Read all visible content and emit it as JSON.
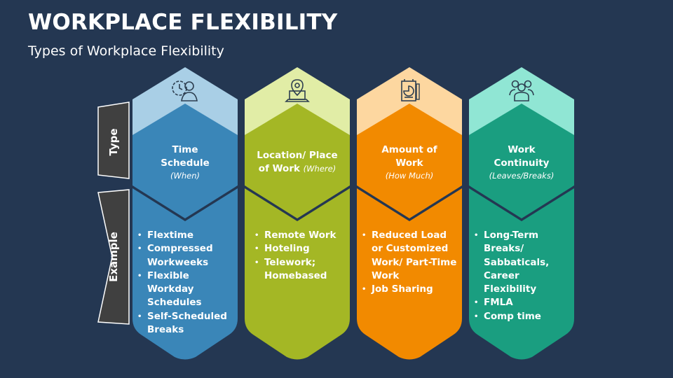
{
  "header": {
    "title": "WORKPLACE FLEXIBILITY",
    "subtitle": "Types of Workplace Flexibility"
  },
  "row_labels": {
    "type": "Type",
    "example": "Example"
  },
  "columns": [
    {
      "icon": "clock-person-icon",
      "title_lines": [
        "Time",
        "Schedule"
      ],
      "qualifier": "(When)",
      "examples": [
        "Flextime",
        "Compressed Workweeks",
        "Flexible Workday Schedules",
        "Self-Scheduled Breaks"
      ],
      "colors": {
        "top": "#A9CFE6",
        "mid": "#3A86B8",
        "bottom": "#3A86B8"
      }
    },
    {
      "icon": "location-laptop-icon",
      "title_lines": [
        "Location/ Place",
        "of Work"
      ],
      "qualifier": "(Where)",
      "examples": [
        "Remote Work",
        "Hoteling",
        "Telework; Homebased"
      ],
      "colors": {
        "top": "#E1EDA6",
        "mid": "#A4B725",
        "bottom": "#A4B725"
      }
    },
    {
      "icon": "document-chart-icon",
      "title_lines": [
        "Amount of",
        "Work"
      ],
      "qualifier": "(How Much)",
      "examples": [
        "Reduced Load or Customized Work/ Part-Time Work",
        "Job Sharing"
      ],
      "colors": {
        "top": "#FDD7A0",
        "mid": "#F28A00",
        "bottom": "#F28A00"
      }
    },
    {
      "icon": "team-group-icon",
      "title_lines": [
        "Work",
        "Continuity"
      ],
      "qualifier": "(Leaves/Breaks)",
      "examples": [
        "Long-Term Breaks/ Sabbaticals, Career Flexibility",
        "FMLA",
        "Comp time"
      ],
      "colors": {
        "top": "#90E6D4",
        "mid": "#1A9E80",
        "bottom": "#1A9E80"
      }
    }
  ]
}
